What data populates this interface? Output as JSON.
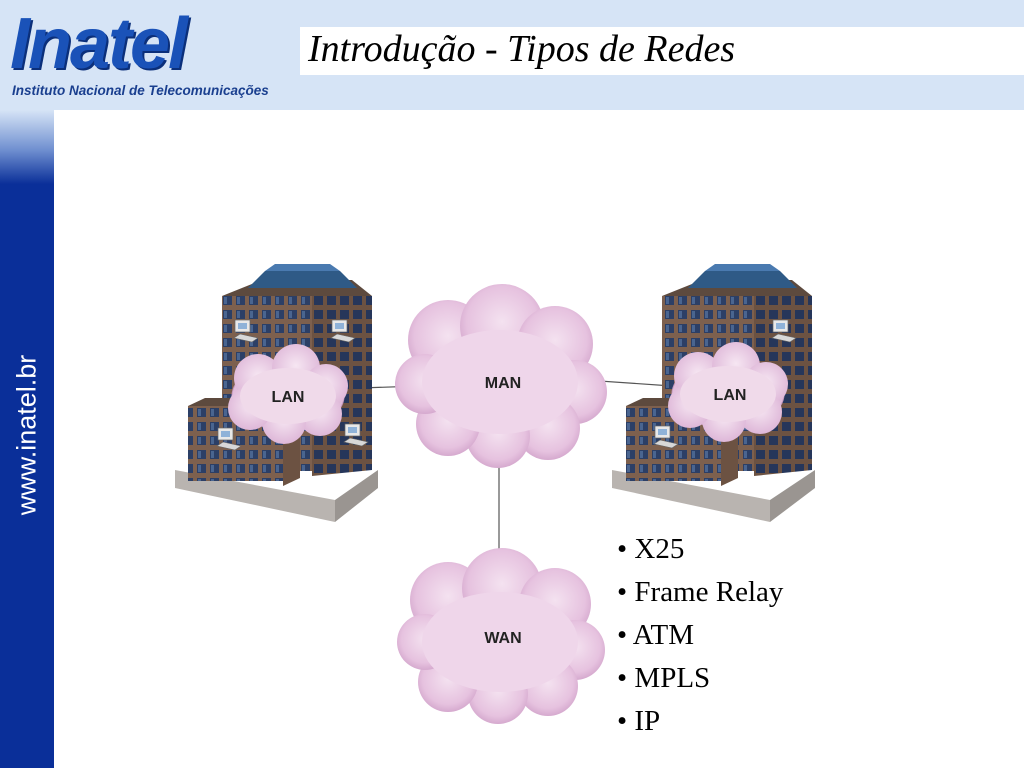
{
  "header": {
    "title": "Introdução - Tipos de Redes",
    "logo_word": "Inatel",
    "logo_subtitle": "Instituto Nacional de Telecomunicações"
  },
  "sidebar": {
    "url": "www.inatel.br"
  },
  "diagram": {
    "clouds": {
      "man": "MAN",
      "wan": "WAN",
      "lan_left": "LAN",
      "lan_right": "LAN"
    },
    "bullets": [
      "• X25",
      "• Frame Relay",
      "• ATM",
      "• MPLS",
      "• IP"
    ]
  },
  "colors": {
    "header_band": "#d6e4f6",
    "side_bar": "#0a2f99",
    "logo_blue": "#1a52b8",
    "cloud_fill": "#e9c8e3",
    "building_brown": "#8b6f5c",
    "roof_blue": "#2f5a86"
  }
}
